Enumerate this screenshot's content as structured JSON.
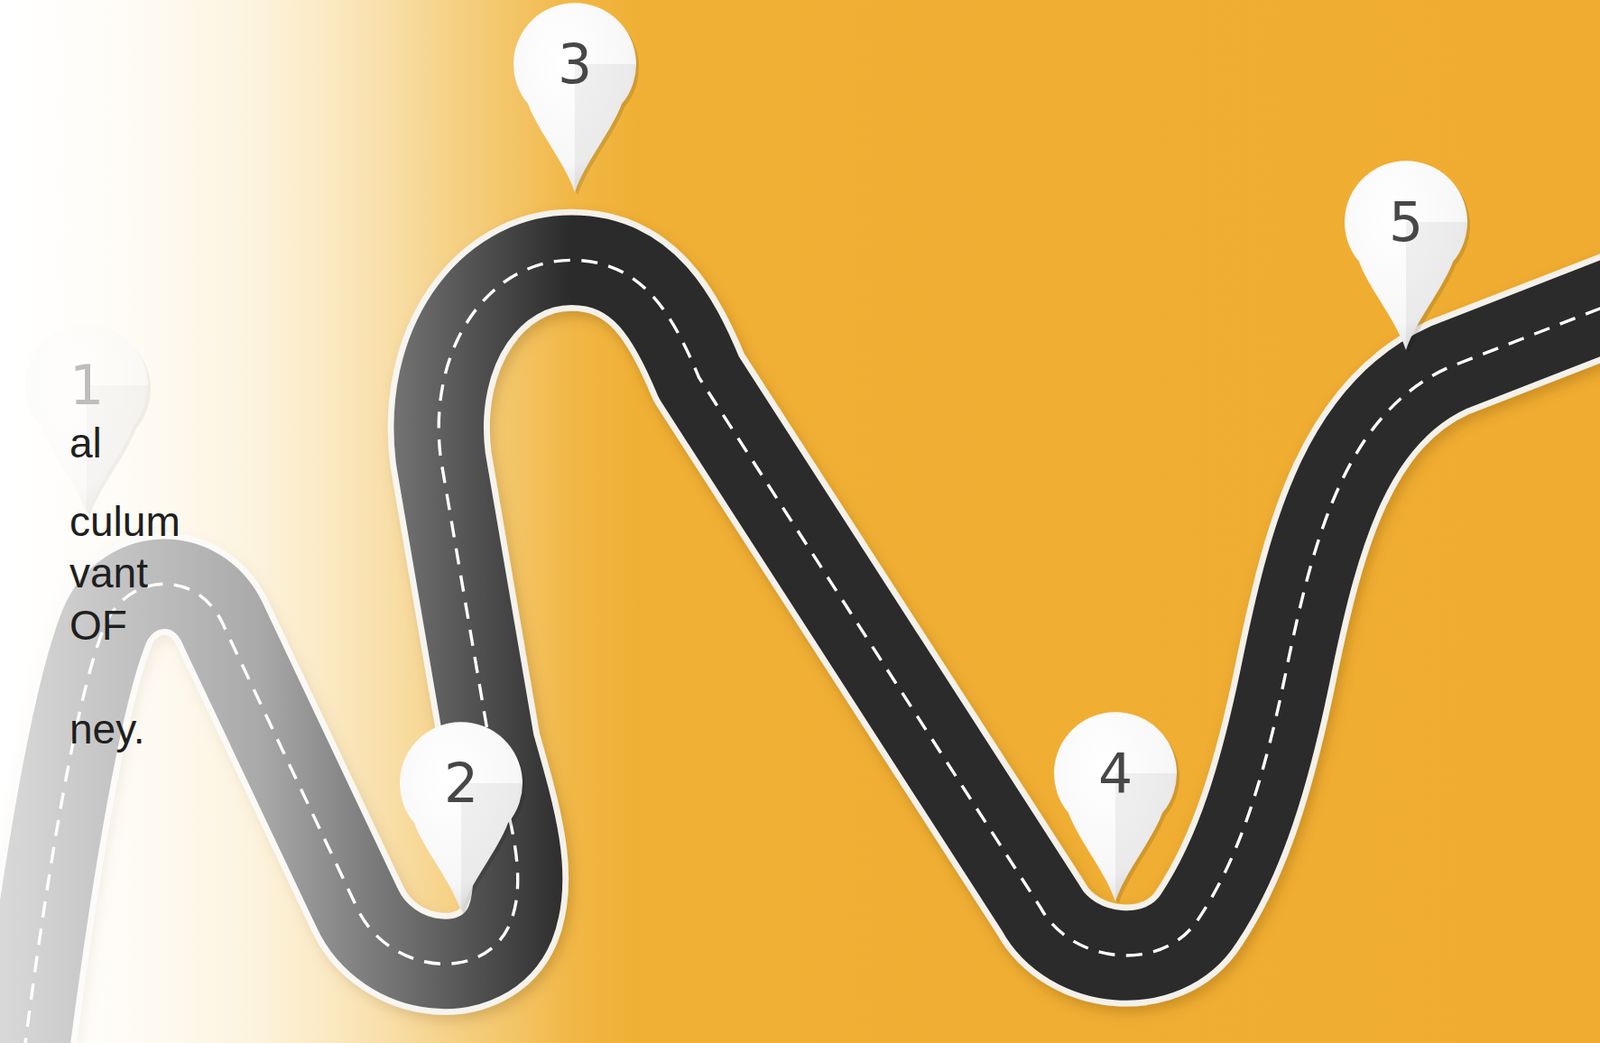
{
  "diagram": {
    "nodes": [
      {
        "text": [
          "1"
        ]
      },
      {
        "text": [
          "2"
        ]
      },
      {
        "text": [
          "3"
        ]
      },
      {
        "text": [
          "4"
        ]
      },
      {
        "text": [
          "5"
        ]
      }
    ],
    "labels": [
      "al",
      "culum",
      "vant",
      "OF",
      "ney."
    ]
  }
}
